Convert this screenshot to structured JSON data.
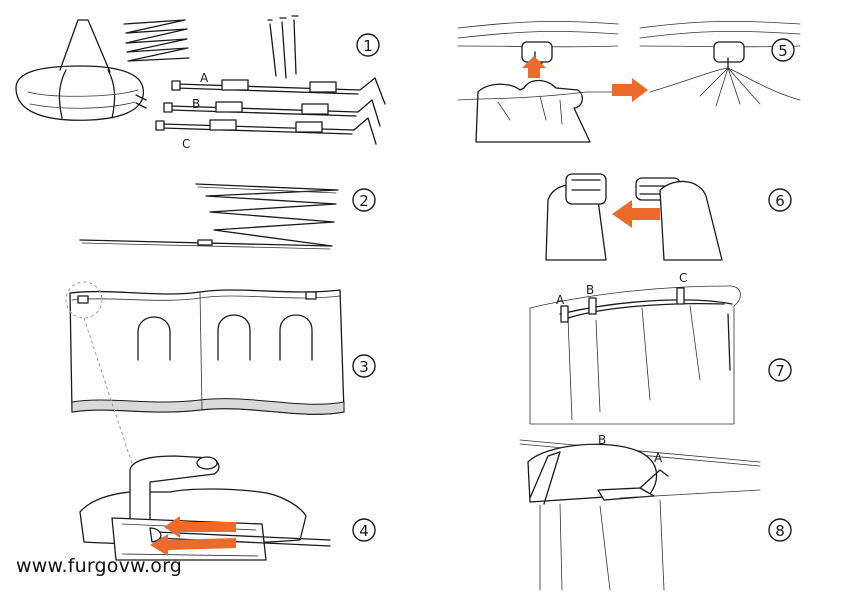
{
  "steps": [
    {
      "number": "1"
    },
    {
      "number": "2"
    },
    {
      "number": "3"
    },
    {
      "number": "4"
    },
    {
      "number": "5"
    },
    {
      "number": "6"
    },
    {
      "number": "7"
    },
    {
      "number": "8"
    }
  ],
  "pole_labels": {
    "a": "A",
    "b": "B",
    "c": "C"
  },
  "step7_labels": {
    "a": "A",
    "b": "B",
    "c": "C"
  },
  "step8_labels": {
    "a": "A",
    "b": "B"
  },
  "watermark": "www.furgovw.org",
  "colors": {
    "arrow": "#ec6a2c",
    "line": "#1a1a1a",
    "shade": "#d9d9d9"
  }
}
